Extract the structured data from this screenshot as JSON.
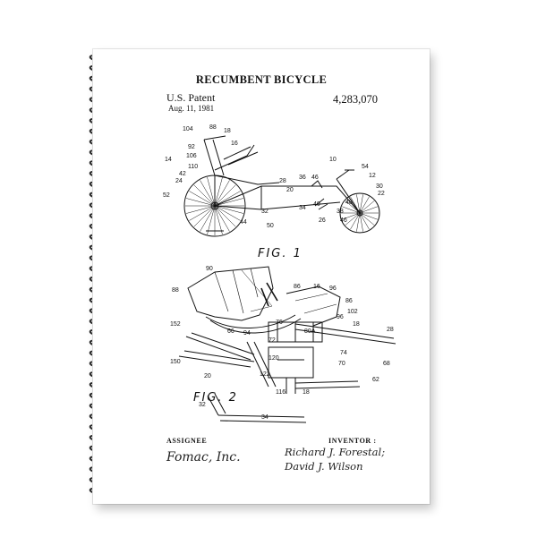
{
  "title": "RECUMBENT BICYCLE",
  "patent": {
    "label": "U.S. Patent",
    "date": "Aug. 11, 1981",
    "number": "4,283,070"
  },
  "figures": {
    "fig1": "FIG. 1",
    "fig2": "FIG. 2"
  },
  "fig1_refs": [
    "104",
    "88",
    "18",
    "16",
    "92",
    "106",
    "14",
    "110",
    "42",
    "24",
    "52",
    "54",
    "12",
    "10",
    "46",
    "36",
    "28",
    "20",
    "30",
    "22",
    "48",
    "38",
    "46",
    "26",
    "40",
    "34",
    "32",
    "44",
    "50"
  ],
  "fig2_refs": [
    "90",
    "88",
    "86",
    "16",
    "96",
    "102",
    "86",
    "96",
    "18",
    "28",
    "94",
    "80A",
    "76",
    "72",
    "66",
    "68",
    "152",
    "150",
    "70",
    "74",
    "120",
    "20",
    "122",
    "116",
    "18",
    "62",
    "32",
    "34"
  ],
  "assignee": {
    "label": "ASSIGNEE",
    "signature": "Fomac, Inc."
  },
  "inventor": {
    "label": "INVENTOR :",
    "signature_1": "Richard J. Forestal;",
    "signature_2": "David J. Wilson"
  }
}
